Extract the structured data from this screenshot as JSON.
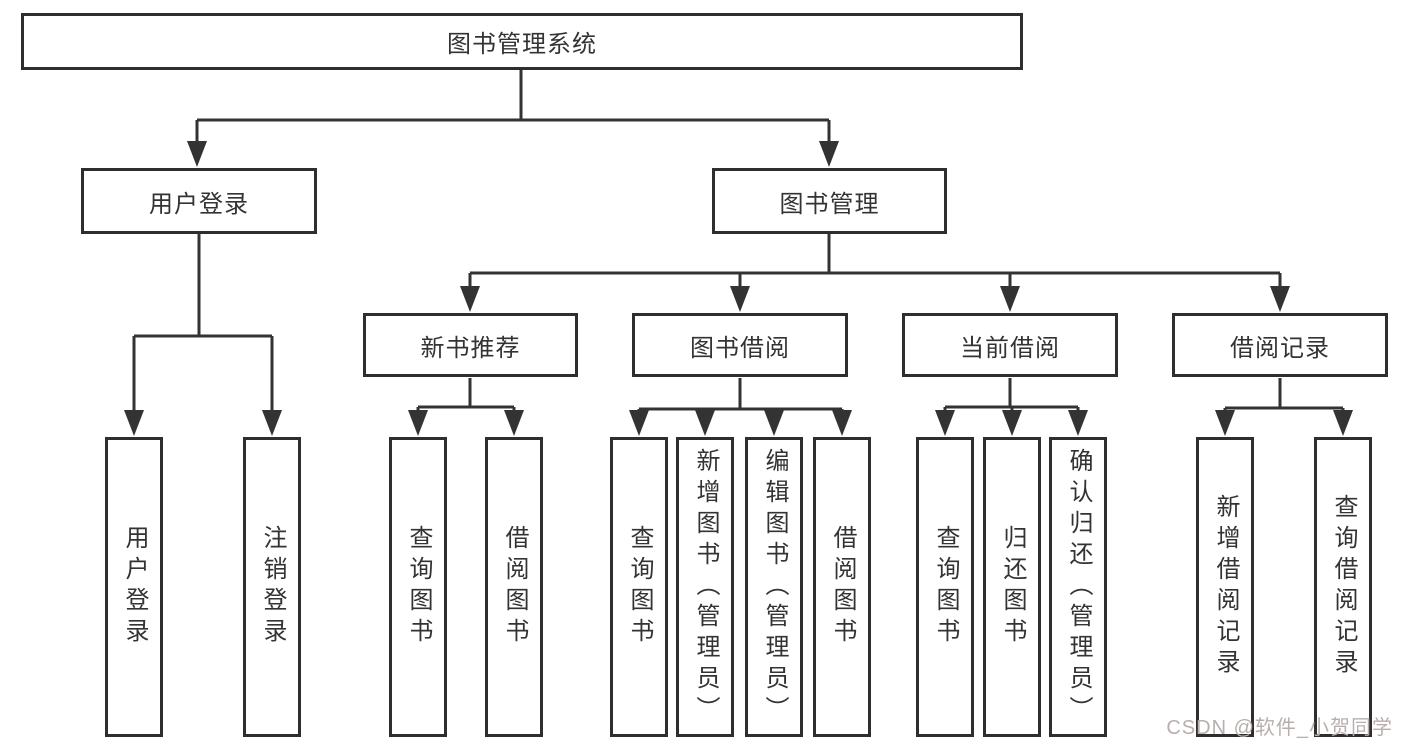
{
  "colors": {
    "line": "#333333",
    "box_border": "#2e2e2e",
    "text": "#333333",
    "background": "#ffffff",
    "watermark": "#b9aeae"
  },
  "watermark": {
    "text": "CSDN @软件_小贺同学"
  },
  "tree": {
    "label": "图书管理系统",
    "children": [
      {
        "label": "用户登录",
        "children": [
          {
            "label": "用户登录"
          },
          {
            "label": "注销登录"
          }
        ]
      },
      {
        "label": "图书管理",
        "children": [
          {
            "label": "新书推荐",
            "children": [
              {
                "label": "查询图书"
              },
              {
                "label": "借阅图书"
              }
            ]
          },
          {
            "label": "图书借阅",
            "children": [
              {
                "label": "查询图书"
              },
              {
                "label": "新增图书（管理员）"
              },
              {
                "label": "编辑图书（管理员）"
              },
              {
                "label": "借阅图书"
              }
            ]
          },
          {
            "label": "当前借阅",
            "children": [
              {
                "label": "查询图书"
              },
              {
                "label": "归还图书"
              },
              {
                "label": "确认归还（管理员）"
              }
            ]
          },
          {
            "label": "借阅记录",
            "children": [
              {
                "label": "新增借阅记录"
              },
              {
                "label": "查询借阅记录"
              }
            ]
          }
        ]
      }
    ]
  }
}
